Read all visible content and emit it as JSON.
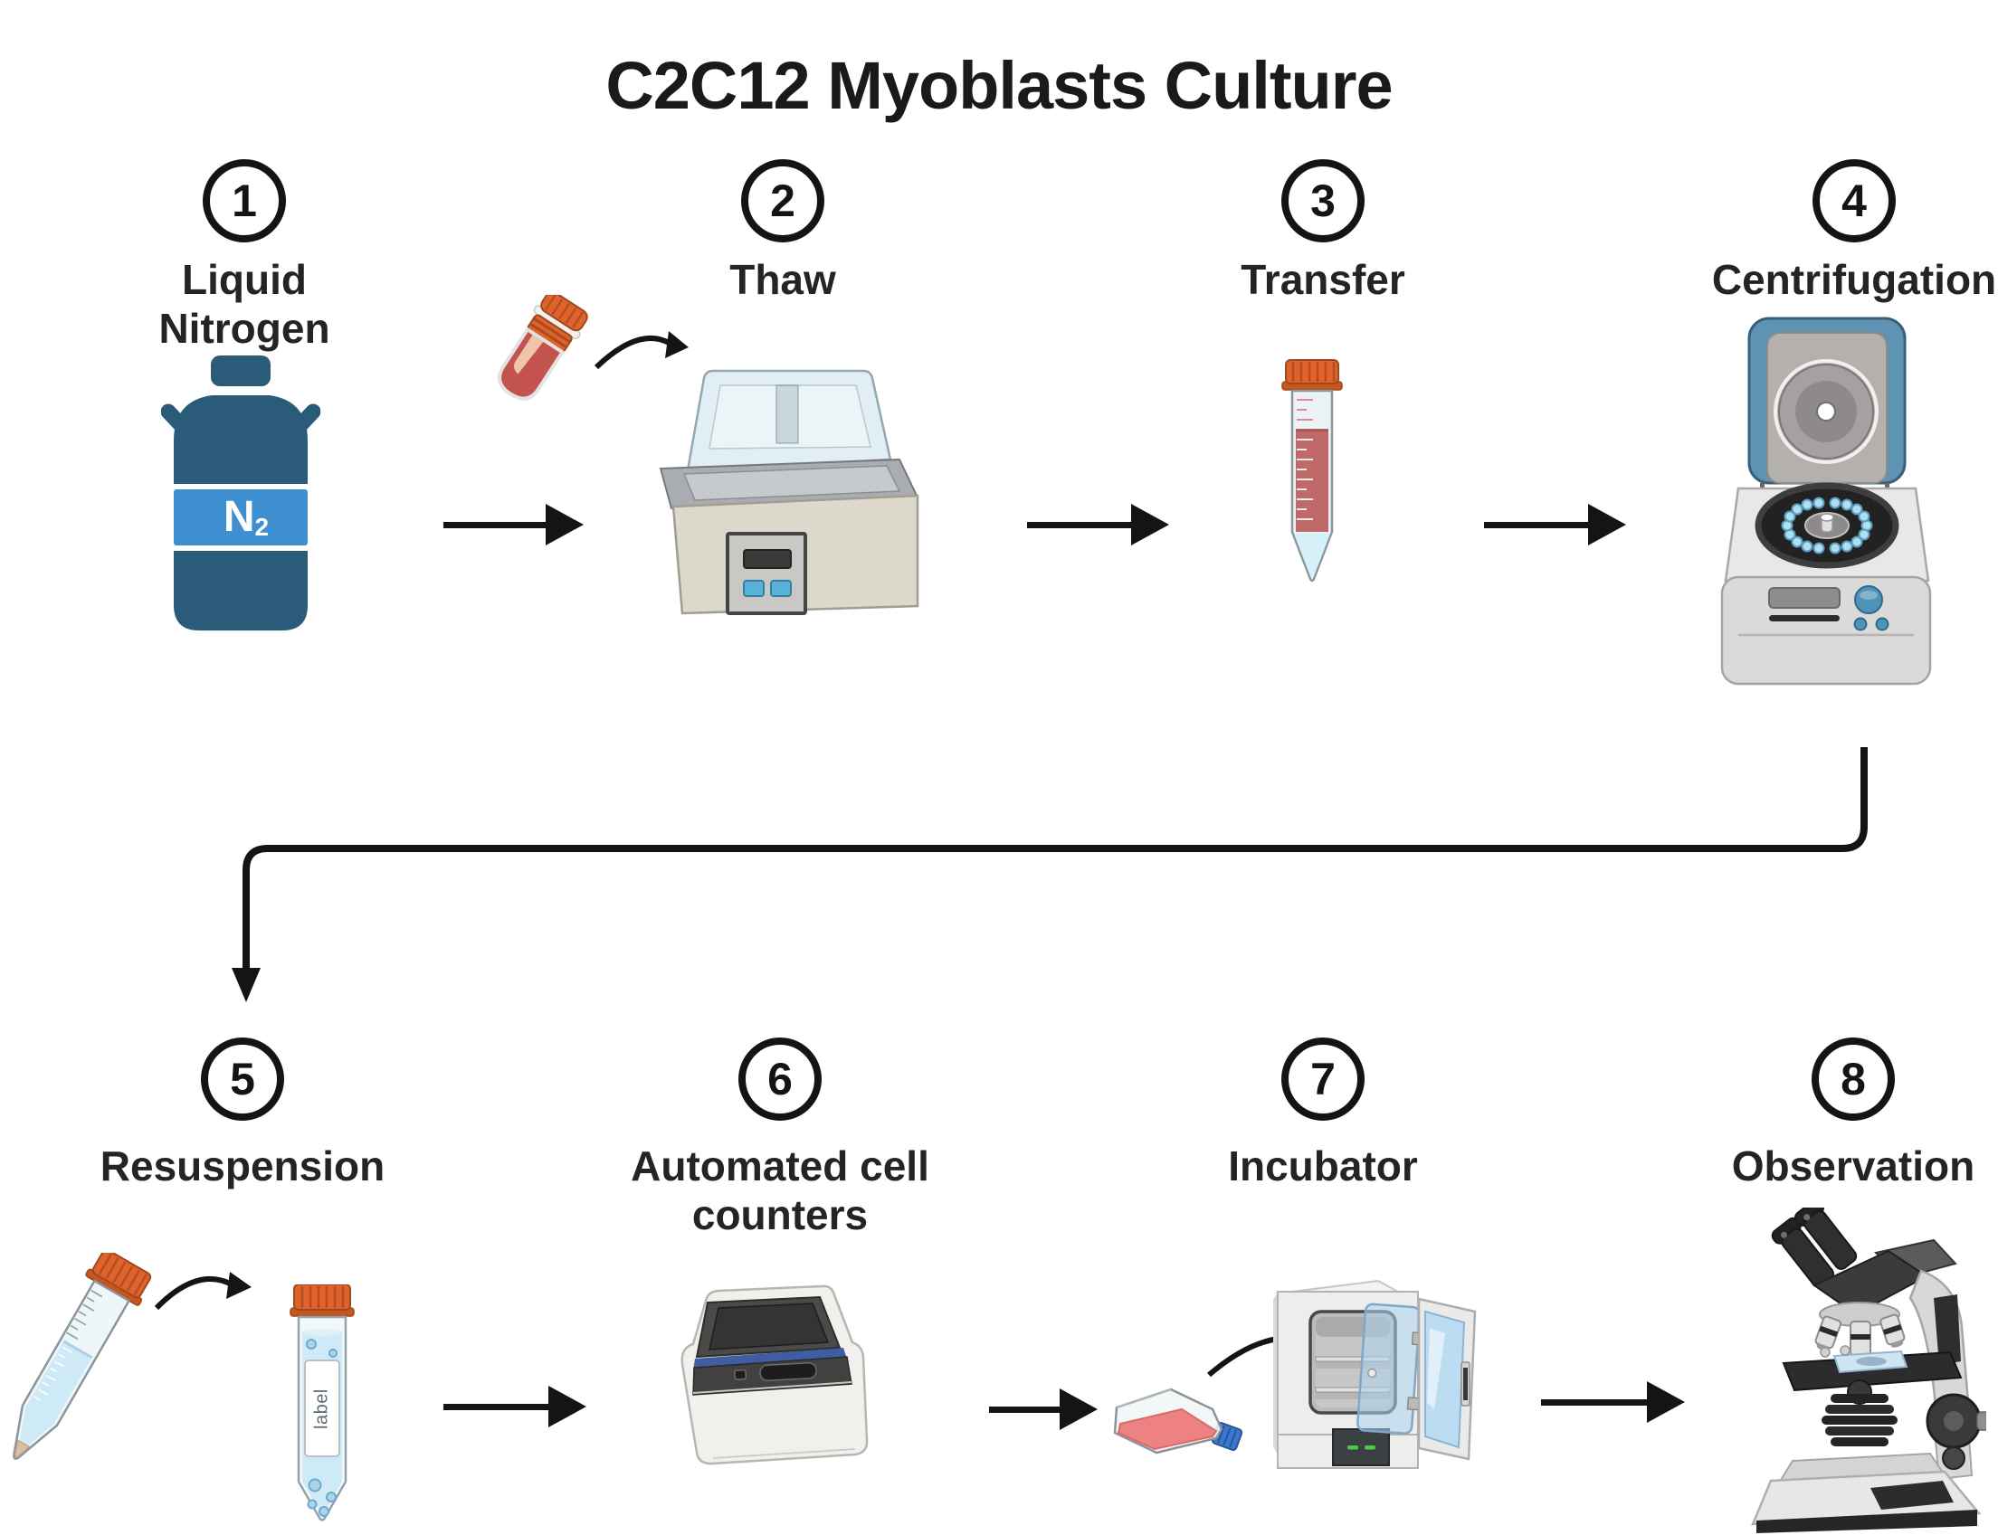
{
  "title": "C2C12 Myoblasts Culture",
  "steps": [
    {
      "num": "1",
      "label": "Liquid\nNitrogen",
      "icon": "liquid-nitrogen-dewar"
    },
    {
      "num": "2",
      "label": "Thaw",
      "icon": "water-bath-with-cryovial"
    },
    {
      "num": "3",
      "label": "Transfer",
      "icon": "conical-centrifuge-tube"
    },
    {
      "num": "4",
      "label": "Centrifugation",
      "icon": "centrifuge"
    },
    {
      "num": "5",
      "label": "Resuspension",
      "icon": "tube-to-labeled-tube"
    },
    {
      "num": "6",
      "label": "Automated cell\ncounters",
      "icon": "automated-cell-counter"
    },
    {
      "num": "7",
      "label": "Incubator",
      "icon": "flask-into-incubator"
    },
    {
      "num": "8",
      "label": "Observation",
      "icon": "microscope"
    }
  ],
  "dewar": {
    "symbol": "N",
    "subscript": "2"
  },
  "resuspension_tube_label": "label",
  "connectors": [
    {
      "from": "1",
      "to": "2",
      "type": "straight-arrow"
    },
    {
      "from": "2",
      "to": "2",
      "type": "curved-arrow-into-bath"
    },
    {
      "from": "2",
      "to": "3",
      "type": "straight-arrow"
    },
    {
      "from": "3",
      "to": "4",
      "type": "straight-arrow"
    },
    {
      "from": "4",
      "to": "5",
      "type": "elbow-arrow"
    },
    {
      "from": "5",
      "to": "5",
      "type": "curved-arrow-between-tubes"
    },
    {
      "from": "5",
      "to": "6",
      "type": "straight-arrow"
    },
    {
      "from": "6",
      "to": "7",
      "type": "straight-arrow"
    },
    {
      "from": "7",
      "to": "7",
      "type": "curved-arrow-into-incubator"
    },
    {
      "from": "7",
      "to": "8",
      "type": "straight-arrow"
    }
  ],
  "colors": {
    "arrow": "#141414",
    "dewar_body": "#2a5b79",
    "dewar_band": "#3e8ed0",
    "cap_orange": "#e0622d",
    "blood_red": "#c4534f",
    "media_pink": "#ee8282",
    "liquid_blue": "#cdeaf6",
    "lid_blue": "#5f93b2",
    "tube_blue": "#aee0f2",
    "counter_blue": "#30519b",
    "flask_cap": "#3b77cc",
    "inc_green": "#4fc94b",
    "bath_button": "#58b1d8"
  }
}
